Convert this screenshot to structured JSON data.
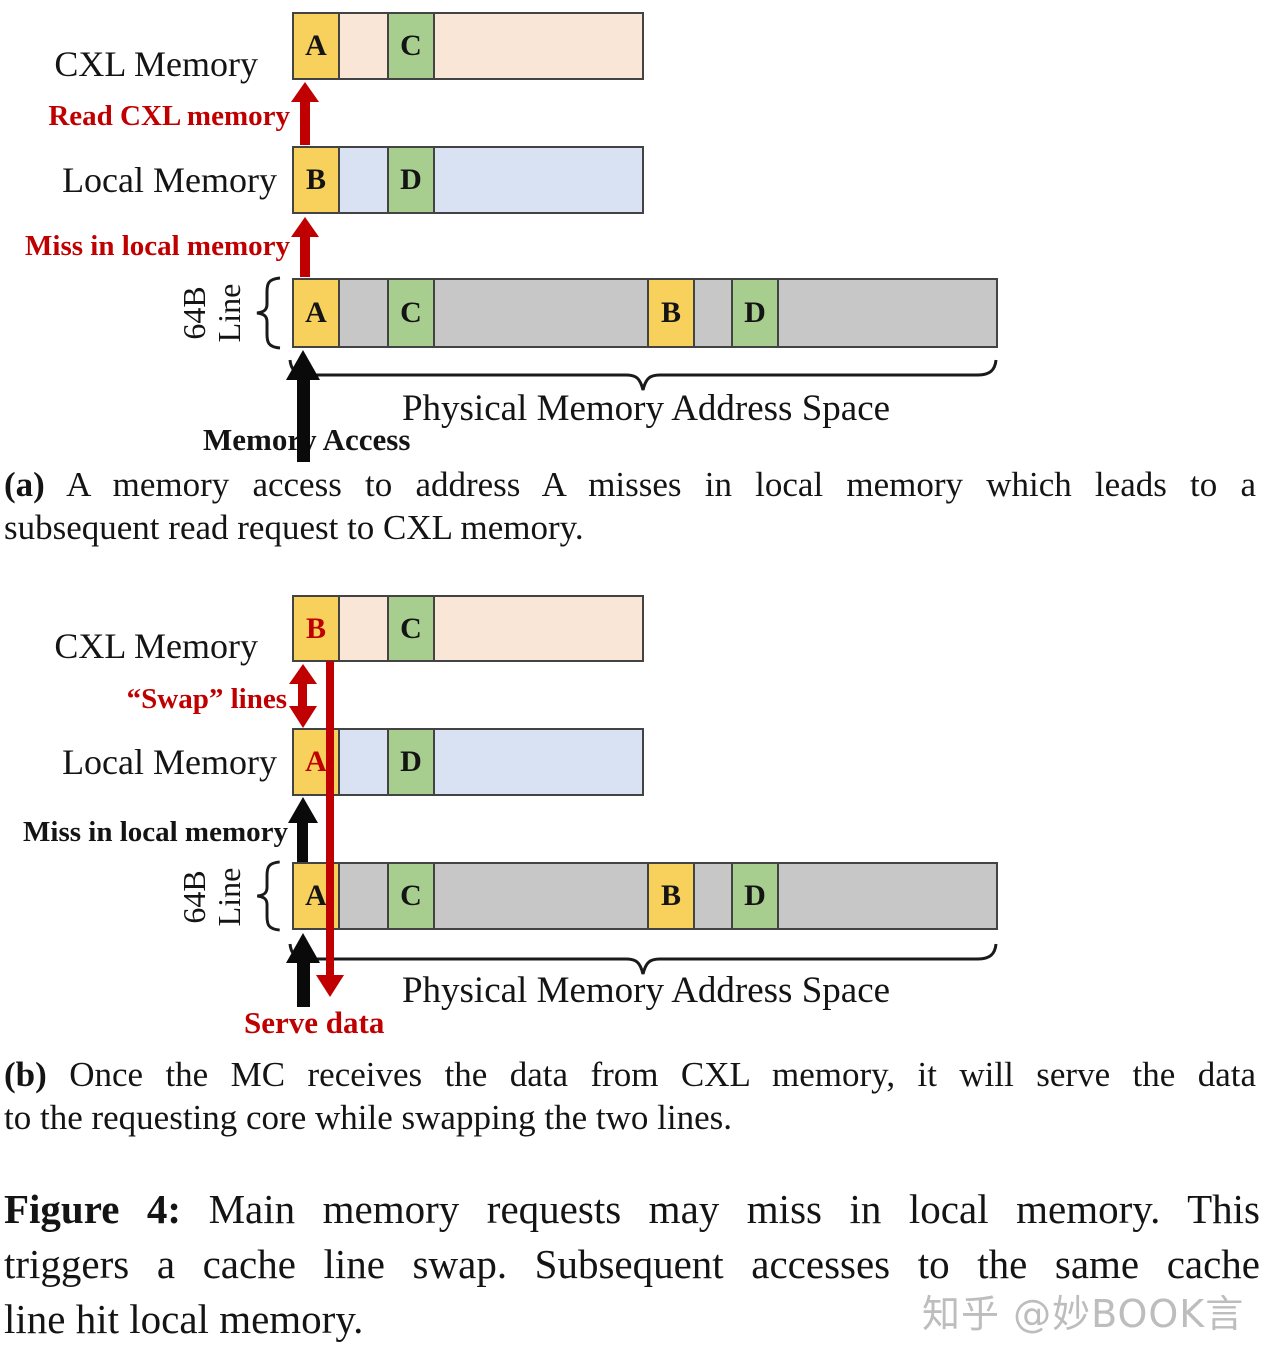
{
  "colors": {
    "block_yellow": "#F7D15C",
    "block_green": "#A7CE8E",
    "cxl_bar_peach": "#FAE6D7",
    "local_bar_blue": "#D9E2F2",
    "phys_bar_gray": "#C7C7C7",
    "accent_red": "#C00000",
    "border_dark": "#434343",
    "text_black": "#141414",
    "watermark_gray": "#BDBDBD"
  },
  "diagram_a": {
    "cxl_label": "CXL Memory",
    "local_label": "Local Memory",
    "read_cxl_label": "Read CXL memory",
    "miss_label": "Miss in local memory",
    "memory_access_label": "Memory Access",
    "address_space_label": "Physical Memory Address Space",
    "line_size_label": [
      "64B",
      "Line"
    ],
    "cxl_blocks": [
      "A",
      "C"
    ],
    "local_blocks": [
      "B",
      "D"
    ],
    "bottom_blocks": [
      "A",
      "C",
      "B",
      "D"
    ]
  },
  "diagram_b": {
    "cxl_label": "CXL Memory",
    "local_label": "Local Memory",
    "swap_label": "“Swap” lines",
    "miss_label": "Miss in local memory",
    "serve_label": "Serve data",
    "address_space_label": "Physical Memory Address Space",
    "line_size_label": [
      "64B",
      "Line"
    ],
    "cxl_blocks": [
      "B",
      "C"
    ],
    "local_blocks": [
      "A",
      "D"
    ],
    "bottom_blocks": [
      "A",
      "C",
      "B",
      "D"
    ]
  },
  "caption_a": {
    "prefix": "(a)",
    "line1": " A memory access to address A misses in local memory which leads to a",
    "line2": "subsequent read request to CXL memory."
  },
  "caption_b": {
    "prefix": "(b)",
    "line1": " Once the MC receives the data from CXL memory, it will serve the data",
    "line2": "to the requesting core while swapping the two lines."
  },
  "figure_caption": {
    "prefix": "Figure 4:",
    "line1": " Main memory requests may miss in local memory. This",
    "line2": "triggers a cache line swap. Subsequent accesses to the same cache",
    "line3": "line hit local memory."
  },
  "watermark": "知乎 @妙BOOK言"
}
